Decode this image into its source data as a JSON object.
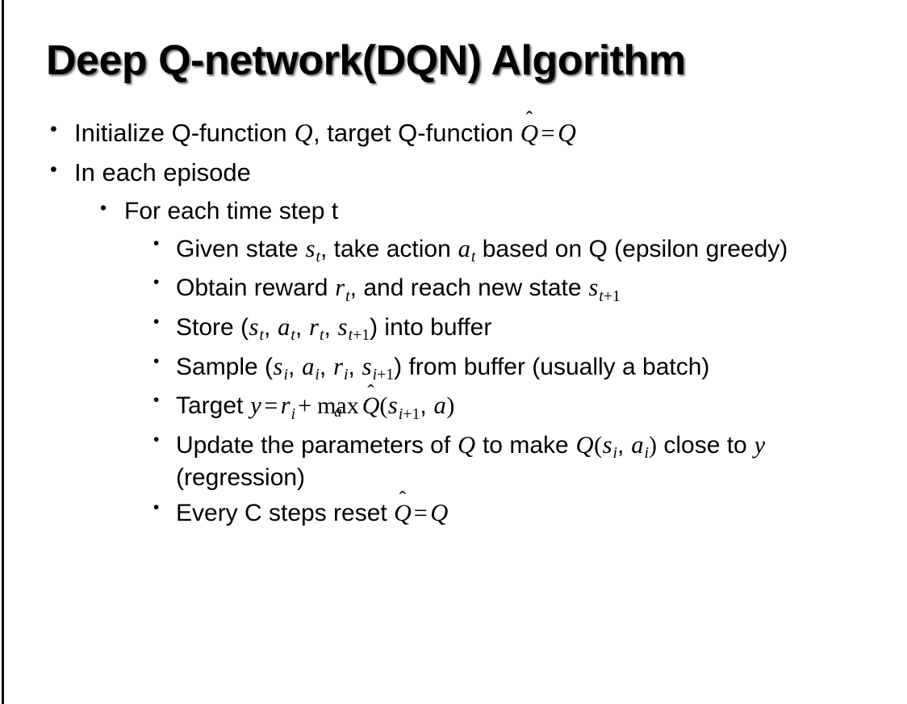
{
  "slide": {
    "title": "Deep Q-network(DQN) Algorithm",
    "background_color": "#ffffff",
    "text_color": "#000000",
    "left_rule_color": "#0a0a0a",
    "bullet_marker": "•"
  },
  "bullets": {
    "b1": {
      "level": 1,
      "pre": "Initialize Q-function ",
      "var_q": "Q",
      "mid": ", target Q-function ",
      "hat_q": "Q",
      "hat": "̂",
      "equals": "=",
      "var_q2": "Q"
    },
    "b2": {
      "level": 1,
      "text": "In each episode"
    },
    "b3": {
      "level": 2,
      "text": "For each time step t"
    },
    "b4": {
      "level": 3,
      "pre": "Given state ",
      "s": "s",
      "s_sub": "t",
      "mid": ", take action ",
      "a": "a",
      "a_sub": "t",
      "post": " based on Q (epsilon greedy)"
    },
    "b5": {
      "level": 3,
      "pre": "Obtain reward ",
      "r": "r",
      "r_sub": "t",
      "mid": ", and reach new state ",
      "s": "s",
      "s_sub_var": "t",
      "s_sub_num": "+1"
    },
    "b6": {
      "level": 3,
      "pre": "Store (",
      "s1": "s",
      "s1_sub": "t",
      "sep1": ", ",
      "a1": "a",
      "a1_sub": "t",
      "sep2": ", ",
      "r1": "r",
      "r1_sub": "t",
      "sep3": ", ",
      "s2": "s",
      "s2_sub_var": "t",
      "s2_sub_num": "+1",
      "post": ") into buffer"
    },
    "b7": {
      "level": 3,
      "pre": "Sample (",
      "s1": "s",
      "s1_sub": "i",
      "sep1": ", ",
      "a1": "a",
      "a1_sub": "i",
      "sep2": ", ",
      "r1": "r",
      "r1_sub": "i",
      "sep3": ", ",
      "s2": "s",
      "s2_sub_var": "i",
      "s2_sub_num": "+1",
      "post": ") from buffer (usually a batch)"
    },
    "b8": {
      "level": 3,
      "pre": "Target ",
      "y": "y",
      "equals": "=",
      "r": "r",
      "r_sub": "i",
      "plus": "+",
      "max_op": "max",
      "max_under": "a",
      "hat_q": "Q",
      "hat": "̂",
      "open_paren": "(",
      "s": "s",
      "s_sub_var": "i",
      "s_sub_num": "+1",
      "comma": ", ",
      "a": "a",
      "close_paren": ")"
    },
    "b9": {
      "level": 3,
      "pre": "Update the parameters of ",
      "q1": "Q",
      "mid": " to make ",
      "q2": "Q",
      "open_paren": "(",
      "s": "s",
      "s_sub": "i",
      "comma": ", ",
      "a": "a",
      "a_sub": "i",
      "close_paren": ")",
      "post": " close to ",
      "y": "y",
      "tail": " (regression)"
    },
    "b10": {
      "level": 3,
      "pre": "Every C steps reset ",
      "hat_q": "Q",
      "hat": "̂",
      "equals": "=",
      "q": "Q"
    }
  }
}
